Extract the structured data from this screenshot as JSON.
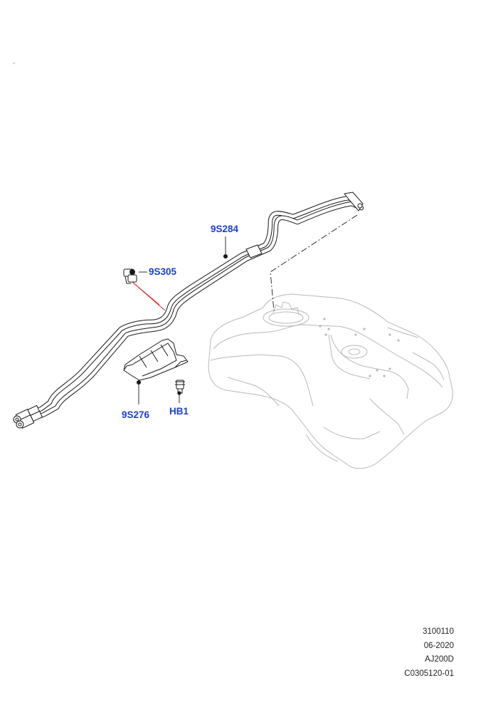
{
  "callouts": {
    "pipe": "9S284",
    "clip": "9S305",
    "shield": "9S276",
    "bolt": "HB1"
  },
  "stamp": {
    "line1": "3100110",
    "line2": "06-2020",
    "line3": "AJ200D",
    "line4": "C0305120-01"
  },
  "colors": {
    "callout": "#1a3fd6",
    "line": "#1a1a1a",
    "ghost": "#b9b9b9",
    "leader_red": "#e02020"
  }
}
